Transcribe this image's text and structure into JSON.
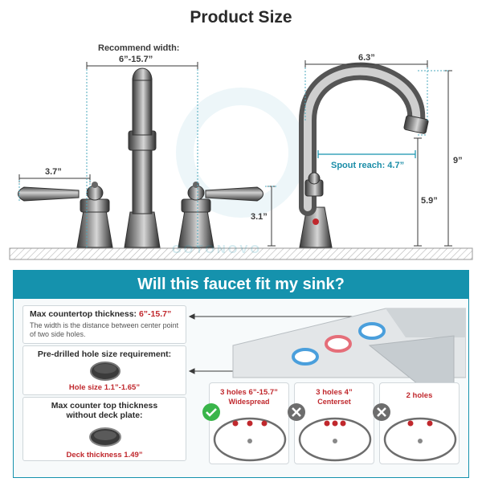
{
  "title": "Product Size",
  "dimensions": {
    "recommend_width_label": "Recommend width:",
    "recommend_width_value": "6”-15.7”",
    "handle_length": "3.7”",
    "handle_height": "3.1”",
    "spout_width": "6.3”",
    "spout_reach": "Spout reach: 4.7”",
    "spout_height": "5.9”",
    "total_height": "9”"
  },
  "watermark": "GOTONOVO",
  "banner": "Will this faucet fit my sink?",
  "info_boxes": {
    "countertop": {
      "label": "Max countertop thickness: ",
      "value": "6”-15.7”",
      "note": "The width is the distance between center point of two side holes."
    },
    "hole_size": {
      "title": "Pre-drilled hole size requirement:",
      "value": "Hole size 1.1”-1.65”"
    },
    "deck": {
      "title": "Max counter top thickness without deck plate:",
      "value": "Deck thickness 1.49”"
    }
  },
  "sink_options": [
    {
      "line1": "3 holes 6”-15.7”",
      "line2": "Widespread",
      "fits": true
    },
    {
      "line1": "3 holes 4”",
      "line2": "Centerset",
      "fits": false
    },
    {
      "line1": "2 holes",
      "line2": "",
      "fits": false
    }
  ],
  "colors": {
    "accent": "#1592ad",
    "red": "#c0282d",
    "check": "#39b54a",
    "cross": "#6d6d6d"
  }
}
